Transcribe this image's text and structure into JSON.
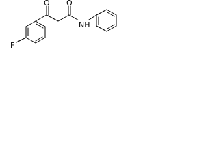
{
  "structure": {
    "atoms": {
      "oxygen": "O",
      "nitrogen_hydrogen": "NH",
      "fluorine": "F"
    }
  }
}
